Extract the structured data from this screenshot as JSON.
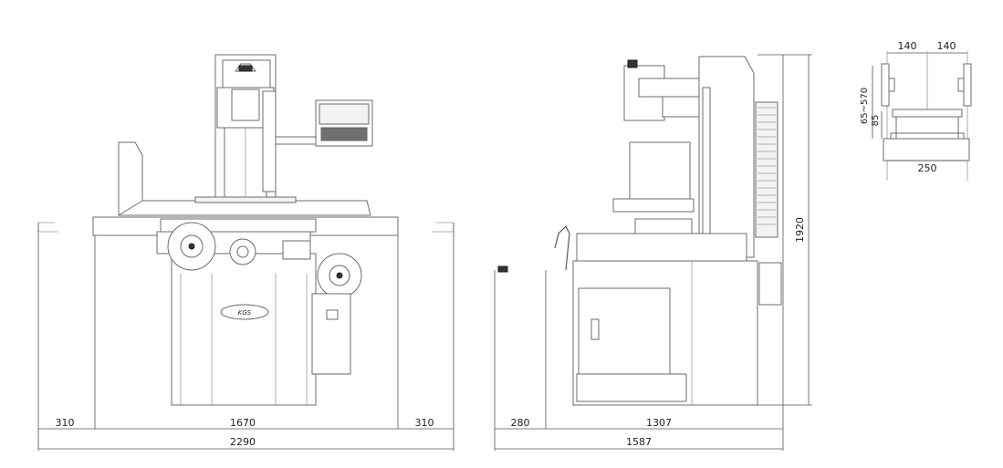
{
  "front_view": {
    "dim_left_clearance": "310",
    "dim_machine_width": "1670",
    "dim_right_clearance": "310",
    "dim_total_width": "2290",
    "logo_text": "KGS"
  },
  "side_view": {
    "dim_rear_clearance": "280",
    "dim_machine_depth": "1307",
    "dim_total_depth": "1587",
    "dim_height": "1920"
  },
  "detail_view": {
    "dim_left_offset": "140",
    "dim_right_offset": "140",
    "dim_vertical_range": "65~570",
    "dim_wheel_gap": "85",
    "dim_table_width": "250"
  }
}
